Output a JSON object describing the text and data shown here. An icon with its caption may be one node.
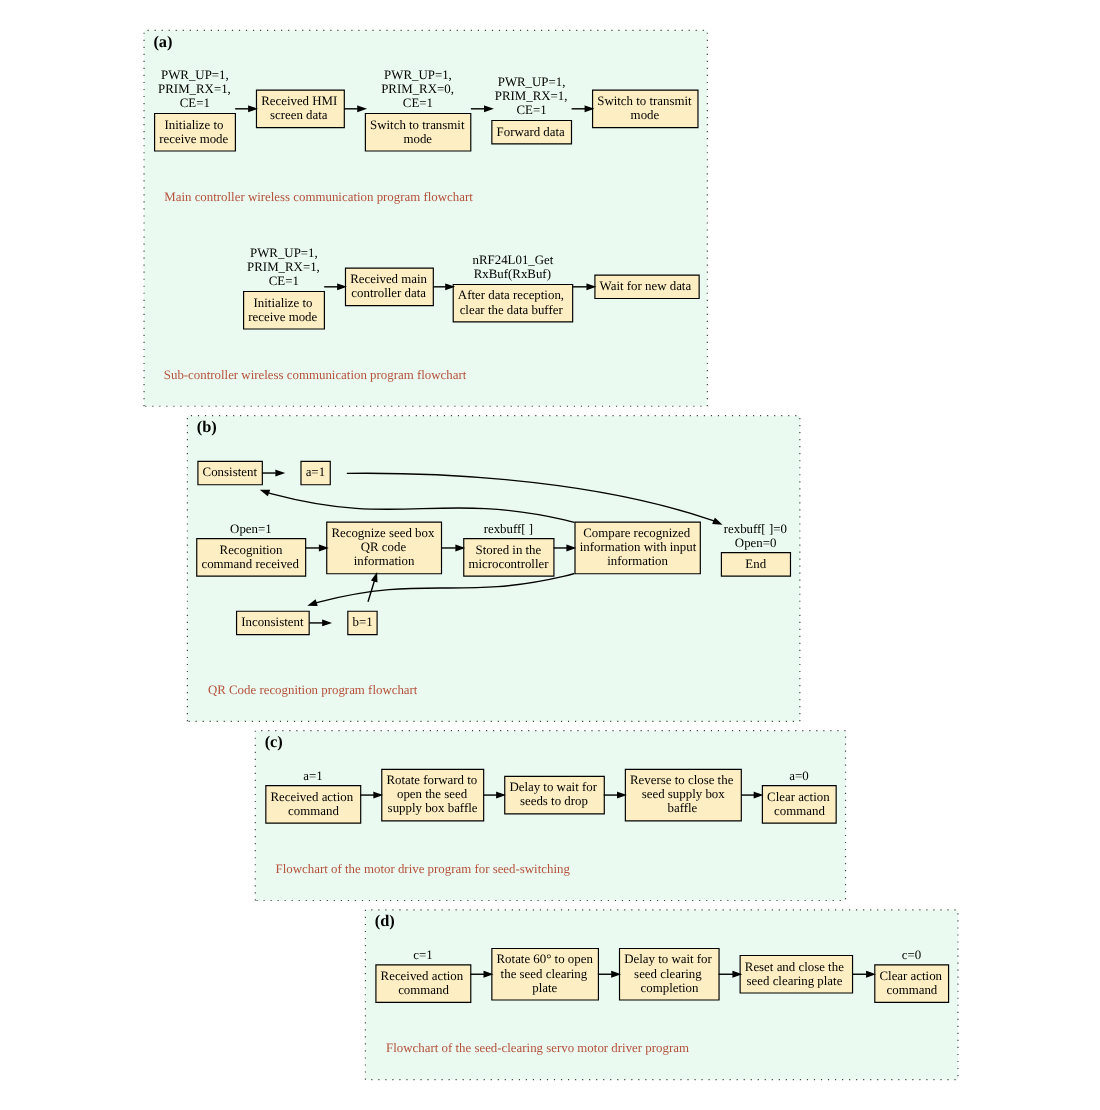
{
  "diagram": {
    "nodes": [
      {
        "text": [
          "(a)"
        ]
      },
      {
        "text": [
          "Initialize to receive mode"
        ],
        "in": 0,
        "beside": [
          "PWR_UP=1, PRIM_RX=1, CE=1"
        ]
      },
      {
        "text": [
          "Received HMI screen data"
        ],
        "in": 0
      },
      {
        "text": [
          "Switch to transmit mode"
        ],
        "in": 0,
        "beside": [
          "PWR_UP=1, PRIM_RX=0, CE=1"
        ]
      },
      {
        "text": [
          "Forward data"
        ],
        "in": 0,
        "beside": [
          "PWR_UP=1, PRIM_RX=1, CE=1"
        ]
      },
      {
        "text": [
          "Switch to transmit mode"
        ],
        "in": 0
      },
      {
        "text": [
          "Initialize to receive mode"
        ],
        "in": 0,
        "beside": [
          "PWR_UP=1, PRIM_RX=1, CE=1"
        ]
      },
      {
        "text": [
          "Received main controller data"
        ],
        "in": 0
      },
      {
        "text": [
          "After data reception, clear the data buffer"
        ],
        "in": 0,
        "beside": [
          "nRF24L01_GetRxBuf(RxBuf)"
        ]
      },
      {
        "text": [
          "Wait for new data"
        ],
        "in": 0
      },
      {
        "text": [
          "(b)"
        ]
      },
      {
        "text": [
          "Recognition command received"
        ],
        "in": 10,
        "beside": [
          "Open=1"
        ]
      },
      {
        "text": [
          "Recognize seed box QR code information"
        ],
        "in": 10
      },
      {
        "text": [
          "Stored in the microcontroller"
        ],
        "in": 10,
        "beside": [
          "rexbuff[ ]"
        ]
      },
      {
        "text": [
          "Compare recognized information with input information"
        ],
        "in": 10
      },
      {
        "text": [
          "Consistent"
        ],
        "in": 10
      },
      {
        "text": [
          "Inconsistent"
        ],
        "in": 10
      },
      {
        "text": [
          "a=1"
        ],
        "in": 10
      },
      {
        "text": [
          "b=1"
        ],
        "in": 10
      },
      {
        "text": [
          "End"
        ],
        "in": 10,
        "beside": [
          "rexbuff[ ]=0",
          "Open=0"
        ]
      },
      {
        "text": [
          "(c)"
        ]
      },
      {
        "text": [
          "Received action command"
        ],
        "in": 20,
        "beside": [
          "a=1"
        ]
      },
      {
        "text": [
          "Rotate forward to open the seed supply box baffle"
        ],
        "in": 20
      },
      {
        "text": [
          "Delay to wait for seeds to drop"
        ],
        "in": 20
      },
      {
        "text": [
          "Reverse to close the seed supply box baffle"
        ],
        "in": 20
      },
      {
        "text": [
          "Clear action command"
        ],
        "in": 20,
        "beside": [
          "a=0"
        ]
      },
      {
        "text": [
          "(d)"
        ]
      },
      {
        "text": [
          "Received action command"
        ],
        "in": 26,
        "beside": [
          "c=1"
        ]
      },
      {
        "text": [
          "Rotate 60° to open the seed clearing plate"
        ],
        "in": 26
      },
      {
        "text": [
          "Delay to wait for seed clearing completion"
        ],
        "in": 26
      },
      {
        "text": [
          "Reset and close the seed clearing plate"
        ],
        "in": 26
      },
      {
        "text": [
          "Clear action command"
        ],
        "in": 26,
        "beside": [
          "c=0"
        ]
      }
    ],
    "edges": [
      {
        "from": 1,
        "to": 2,
        "arrow": "to"
      },
      {
        "from": 2,
        "to": 3,
        "arrow": "to"
      },
      {
        "from": 3,
        "to": 4,
        "arrow": "to"
      },
      {
        "from": 4,
        "to": 5,
        "arrow": "to"
      },
      {
        "from": 6,
        "to": 7,
        "arrow": "to"
      },
      {
        "from": 7,
        "to": 8,
        "arrow": "to"
      },
      {
        "from": 8,
        "to": 9,
        "arrow": "to"
      },
      {
        "from": 11,
        "to": 12,
        "arrow": "to"
      },
      {
        "from": 12,
        "to": 13,
        "arrow": "to"
      },
      {
        "from": 13,
        "to": 14,
        "arrow": "to"
      },
      {
        "from": 14,
        "to": 15,
        "arrow": "to"
      },
      {
        "from": 14,
        "to": 16,
        "arrow": "to"
      },
      {
        "from": 15,
        "to": 17,
        "arrow": "to"
      },
      {
        "from": 16,
        "to": 18,
        "arrow": "to"
      },
      {
        "from": 17,
        "to": 19,
        "arrow": "to"
      },
      {
        "from": 18,
        "to": 12,
        "arrow": "to"
      },
      {
        "from": 21,
        "to": 22,
        "arrow": "to"
      },
      {
        "from": 22,
        "to": 23,
        "arrow": "to"
      },
      {
        "from": 23,
        "to": 24,
        "arrow": "to"
      },
      {
        "from": 24,
        "to": 25,
        "arrow": "to"
      },
      {
        "from": 27,
        "to": 28,
        "arrow": "to"
      },
      {
        "from": 28,
        "to": 29,
        "arrow": "to"
      },
      {
        "from": 29,
        "to": 30,
        "arrow": "to"
      },
      {
        "from": 30,
        "to": 31,
        "arrow": "to"
      }
    ],
    "labels": [
      "Main controller wireless communication program flowchart",
      "Sub-controller wireless communication program flowchart",
      "QR Code recognition program flowchart",
      "Flowchart of the motor drive program for seed-switching",
      "Flowchart of the seed-clearing servo motor driver program"
    ]
  }
}
